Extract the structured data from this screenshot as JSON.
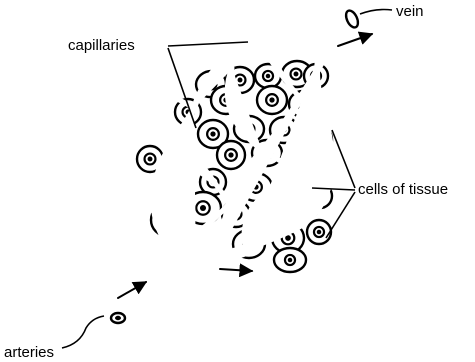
{
  "labels": {
    "vein": "vein",
    "capillaries": "capillaries",
    "cells_of_tissue": "cells of tissue",
    "arteries": "arteries"
  },
  "colors": {
    "ink": "#000000",
    "background": "#ffffff"
  }
}
